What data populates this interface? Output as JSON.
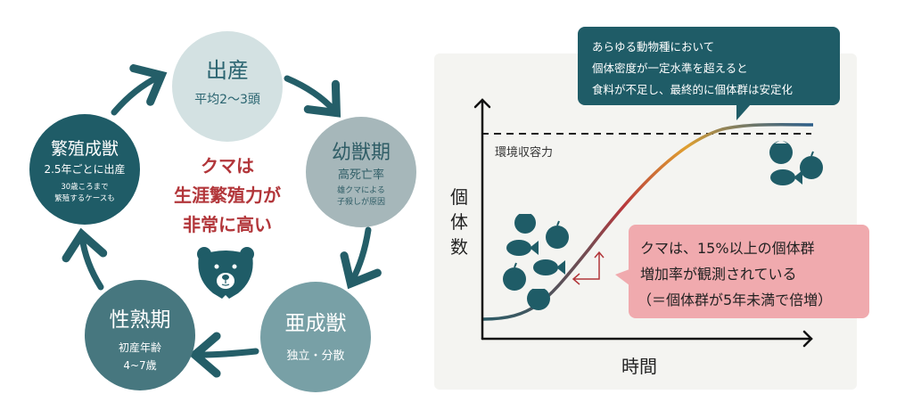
{
  "cycle": {
    "center_text": [
      "クマは",
      "生涯繁殖力が",
      "非常に高い"
    ],
    "stages": [
      {
        "title": "出産",
        "lines": [
          "平均2〜3頭"
        ],
        "fill": "#d3e1e2",
        "text_color": "#2a6470"
      },
      {
        "title": "幼獣期",
        "lines": [
          "高死亡率"
        ],
        "small": [
          "雄クマによる",
          "子殺しが原因"
        ],
        "fill": "#a6b7ba",
        "text_color": "#2f5d66"
      },
      {
        "title": "亜成獣",
        "lines": [
          "独立・分散"
        ],
        "fill": "#78a0a6",
        "text_color": "#ffffff"
      },
      {
        "title": "性熟期",
        "lines": [
          "初産年齢",
          "4~7歳"
        ],
        "fill": "#47777f",
        "text_color": "#ffffff"
      },
      {
        "title": "繁殖成獣",
        "lines": [
          "2.5年ごとに出産"
        ],
        "small": [
          "30歳ころまで",
          "繁殖するケースも"
        ],
        "fill": "#1f5c67",
        "text_color": "#ffffff"
      }
    ],
    "arrow_color": "#245e68",
    "accent_color": "#b2363a"
  },
  "graph": {
    "y_label": [
      "個",
      "体",
      "数"
    ],
    "x_label": "時間",
    "capacity_label": "環境収容力",
    "top_callout": [
      "あらゆる動物種において",
      "個体密度が一定水準を超えると",
      "食料が不足し、最終的に個体群は安定化"
    ],
    "pink_callout": [
      "クマは、15%以上の個体群",
      "増加率が観測されている",
      "（＝個体群が5年未満で倍増）"
    ],
    "colors": {
      "teal": "#1f5c67",
      "pink": "#f0aaae",
      "panel": "#f4f4f1"
    }
  }
}
